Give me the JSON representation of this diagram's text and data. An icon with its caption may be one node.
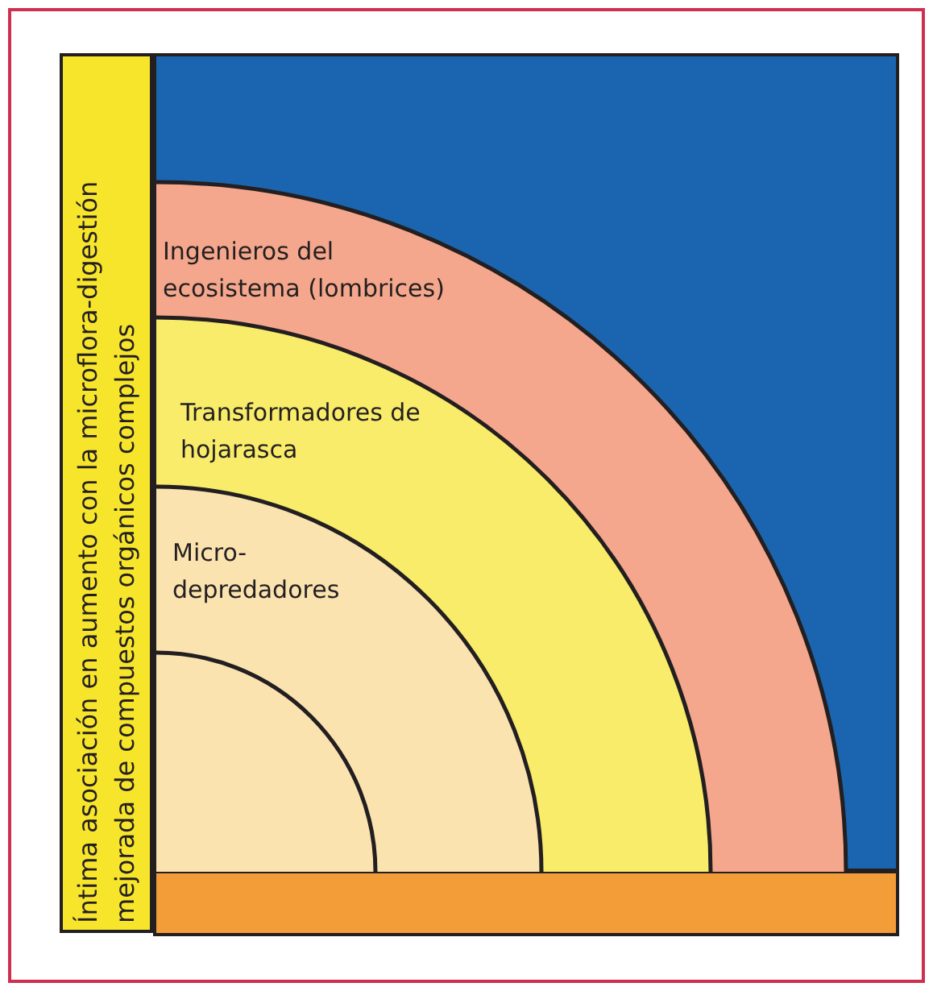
{
  "diagram": {
    "nodes": [
      {
        "text": [
          "Íntima asociación en aumento con la microflora-digestión mejorada de compuestos orgánicos complejos"
        ]
      },
      {
        "text": [
          "Ingenieros del ecosistema (lombrices)"
        ]
      },
      {
        "text": [
          "Transformadores de hojarasca"
        ],
        "in": 1
      },
      {
        "text": [
          "Micro-depredadores"
        ],
        "in": 2
      },
      {
        "text": [],
        "shape": "circle",
        "in": 3
      }
    ]
  }
}
